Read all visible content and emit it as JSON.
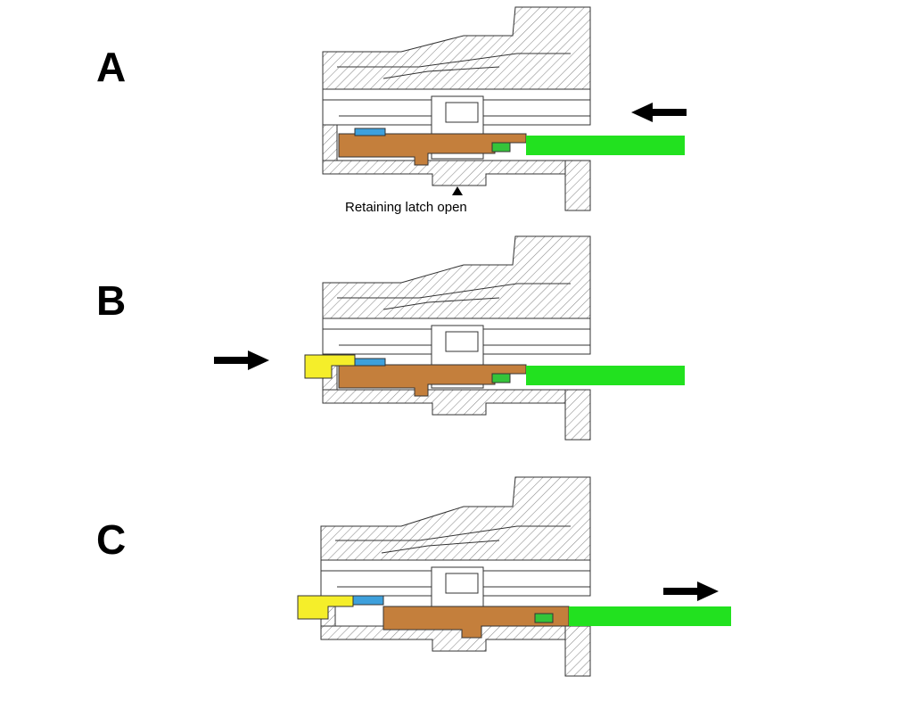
{
  "panels": [
    {
      "id": "A",
      "label": "A",
      "caption": "Retaining latch open",
      "arrow": "left",
      "tool_present": false
    },
    {
      "id": "B",
      "label": "B",
      "arrow": "right",
      "tool_present": true
    },
    {
      "id": "C",
      "label": "C",
      "arrow": "right",
      "tool_present": true
    }
  ],
  "colors": {
    "housing_hatch": "#8a8a8a",
    "contact": "#c47f3c",
    "wire": "#22e11f",
    "seal": "#3ea0dc",
    "crimp": "#35c43a",
    "tool": "#f5ee2a",
    "arrow": "#000000"
  }
}
